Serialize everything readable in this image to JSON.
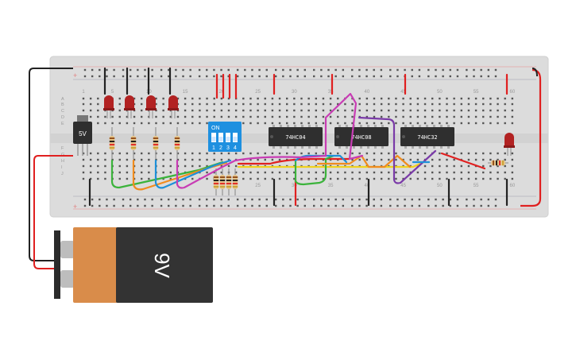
{
  "breadboard": {
    "column_numbers": [
      "1",
      "5",
      "10",
      "15",
      "20",
      "25",
      "30",
      "35",
      "40",
      "45",
      "50",
      "55",
      "60"
    ],
    "row_labels_top": [
      "A",
      "B",
      "C",
      "D",
      "E"
    ],
    "row_labels_bottom": [
      "F",
      "G",
      "H",
      "I",
      "J"
    ],
    "rail_plus": "+",
    "rail_minus": "-"
  },
  "components": {
    "regulator_label": "5V",
    "dip_switch": {
      "on_label": "ON",
      "switch_numbers": [
        "1",
        "2",
        "3",
        "4"
      ]
    },
    "chips": [
      {
        "label": "74HC04"
      },
      {
        "label": "74HC08"
      },
      {
        "label": "74HC32"
      }
    ],
    "battery_label": "9V",
    "led_count": 5,
    "resistor_count": 9
  },
  "colors": {
    "breadboard": "#dcdcdc",
    "led": "#b22222",
    "chip": "#2f2f2f",
    "dip_switch": "#1e90e0",
    "battery_body": "#333333",
    "battery_label_area": "#d98c4a",
    "wire_green": "#3bb33b",
    "wire_orange": "#f08c1e",
    "wire_blue": "#1e90d8",
    "wire_magenta": "#c83cb4",
    "wire_purple": "#7a3aa8",
    "wire_yellow": "#f0d21e",
    "wire_red": "#e02020",
    "wire_black": "#222222"
  }
}
